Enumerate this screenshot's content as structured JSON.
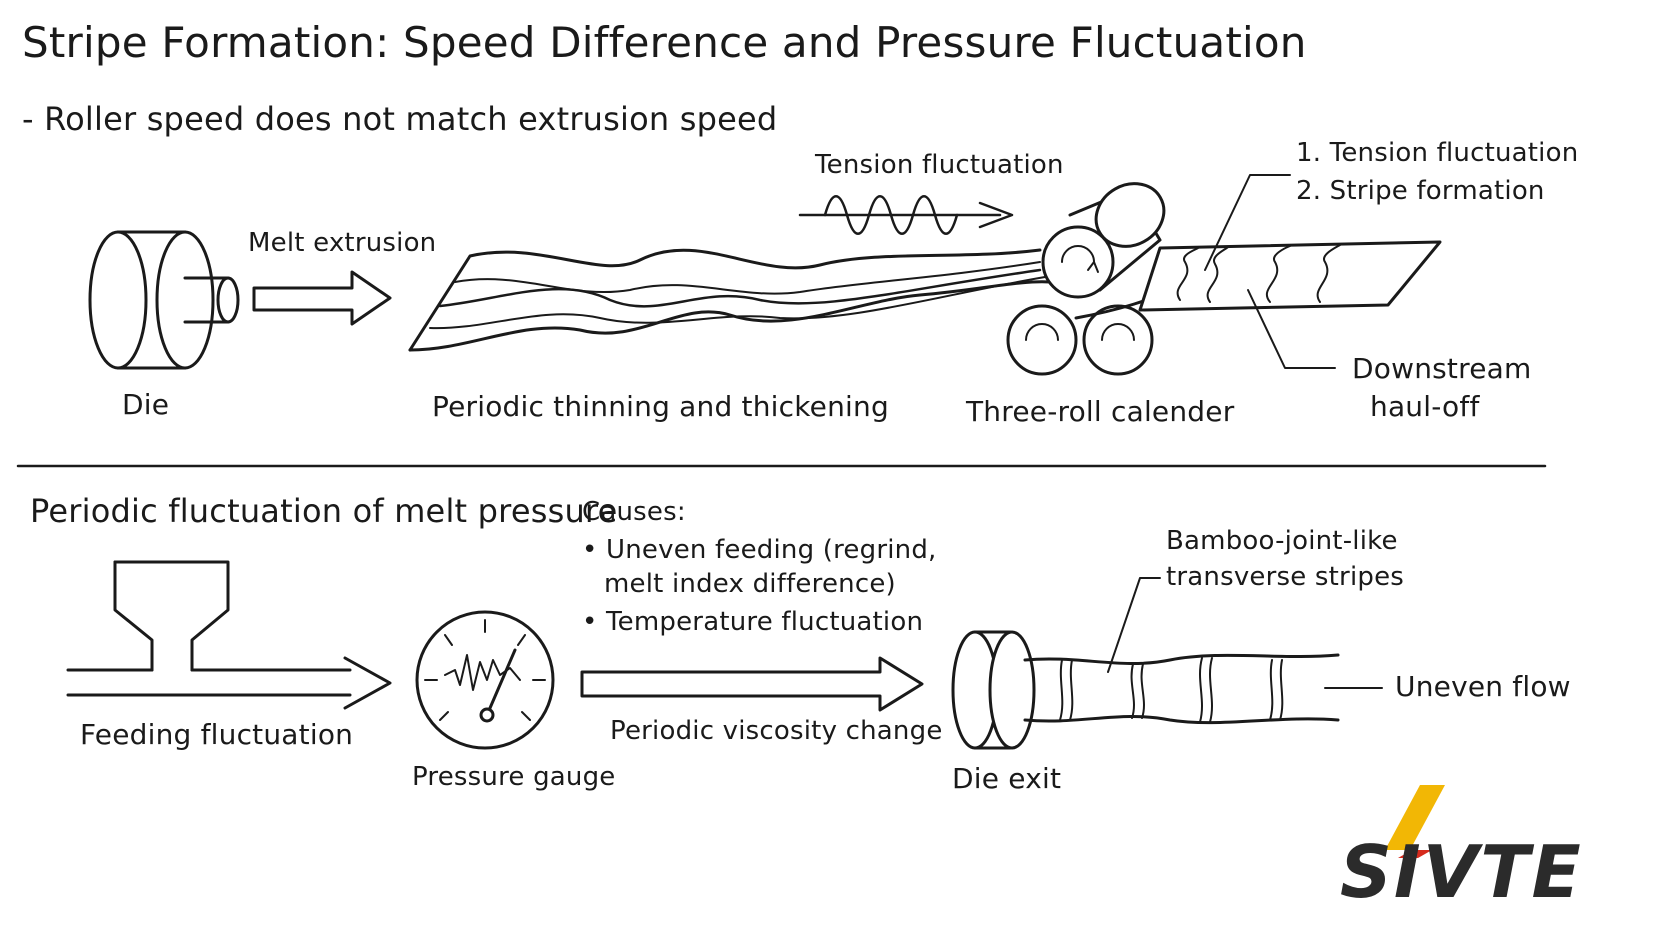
{
  "title": "Stripe Formation: Speed Difference and Pressure Fluctuation",
  "subtitle": "- Roller speed does not match extrusion speed",
  "top_section": {
    "die": "Die",
    "melt_extrusion": "Melt extrusion",
    "periodic_thinning": "Periodic thinning and thickening",
    "tension_fluctuation": "Tension fluctuation",
    "effect_1": "1. Tension fluctuation",
    "effect_2": "2. Stripe formation",
    "three_roll_calender": "Three-roll calender",
    "downstream_line1": "Downstream",
    "downstream_line2": "haul-off"
  },
  "bottom_section": {
    "heading": "Periodic fluctuation of melt pressure",
    "causes_label": "Causes:",
    "cause_1_line1": "Uneven feeding (regrind,",
    "cause_1_line2": "melt index difference)",
    "cause_2": "Temperature fluctuation",
    "feeding_fluctuation": "Feeding fluctuation",
    "pressure_gauge": "Pressure gauge",
    "periodic_viscosity": "Periodic viscosity change",
    "stripes_line1": "Bamboo-joint-like",
    "stripes_line2": "transverse stripes",
    "uneven_flow": "Uneven flow",
    "die_exit": "Die exit"
  },
  "logo": {
    "text": "SIVTE",
    "accent_color": "#f2b705",
    "accent_color_2": "#d62b1e"
  },
  "colors": {
    "ink": "#1a1a1a",
    "background": "#ffffff"
  }
}
